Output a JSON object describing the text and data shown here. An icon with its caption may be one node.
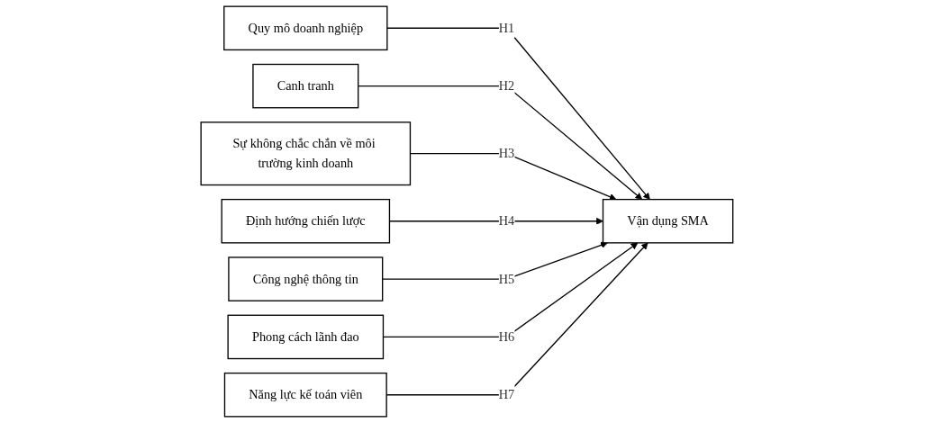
{
  "diagram": {
    "nodes": [
      {
        "text": [
          "Quy mô doanh nghiệp"
        ]
      },
      {
        "text": [
          "Canh tranh"
        ]
      },
      {
        "text": [
          "Sự không chắc chắn về môi trường kinh doanh"
        ]
      },
      {
        "text": [
          "Định hướng chiến lược"
        ]
      },
      {
        "text": [
          "Công nghệ thông tin"
        ]
      },
      {
        "text": [
          "Phong cách lãnh đao"
        ]
      },
      {
        "text": [
          "Năng lực kế toán viên"
        ]
      },
      {
        "text": [
          "Vận dụng SMA"
        ]
      }
    ],
    "edges": [
      {
        "from": 0,
        "to": 7,
        "arrow": "to",
        "label": "H1"
      },
      {
        "from": 1,
        "to": 7,
        "arrow": "to",
        "label": "H2"
      },
      {
        "from": 2,
        "to": 7,
        "arrow": "to",
        "label": "H3"
      },
      {
        "from": 3,
        "to": 7,
        "arrow": "to",
        "label": "H4"
      },
      {
        "from": 4,
        "to": 7,
        "arrow": "to",
        "label": "H5"
      },
      {
        "from": 5,
        "to": 7,
        "arrow": "to",
        "label": "H6"
      },
      {
        "from": 6,
        "to": 7,
        "arrow": "to",
        "label": "H7"
      }
    ]
  }
}
